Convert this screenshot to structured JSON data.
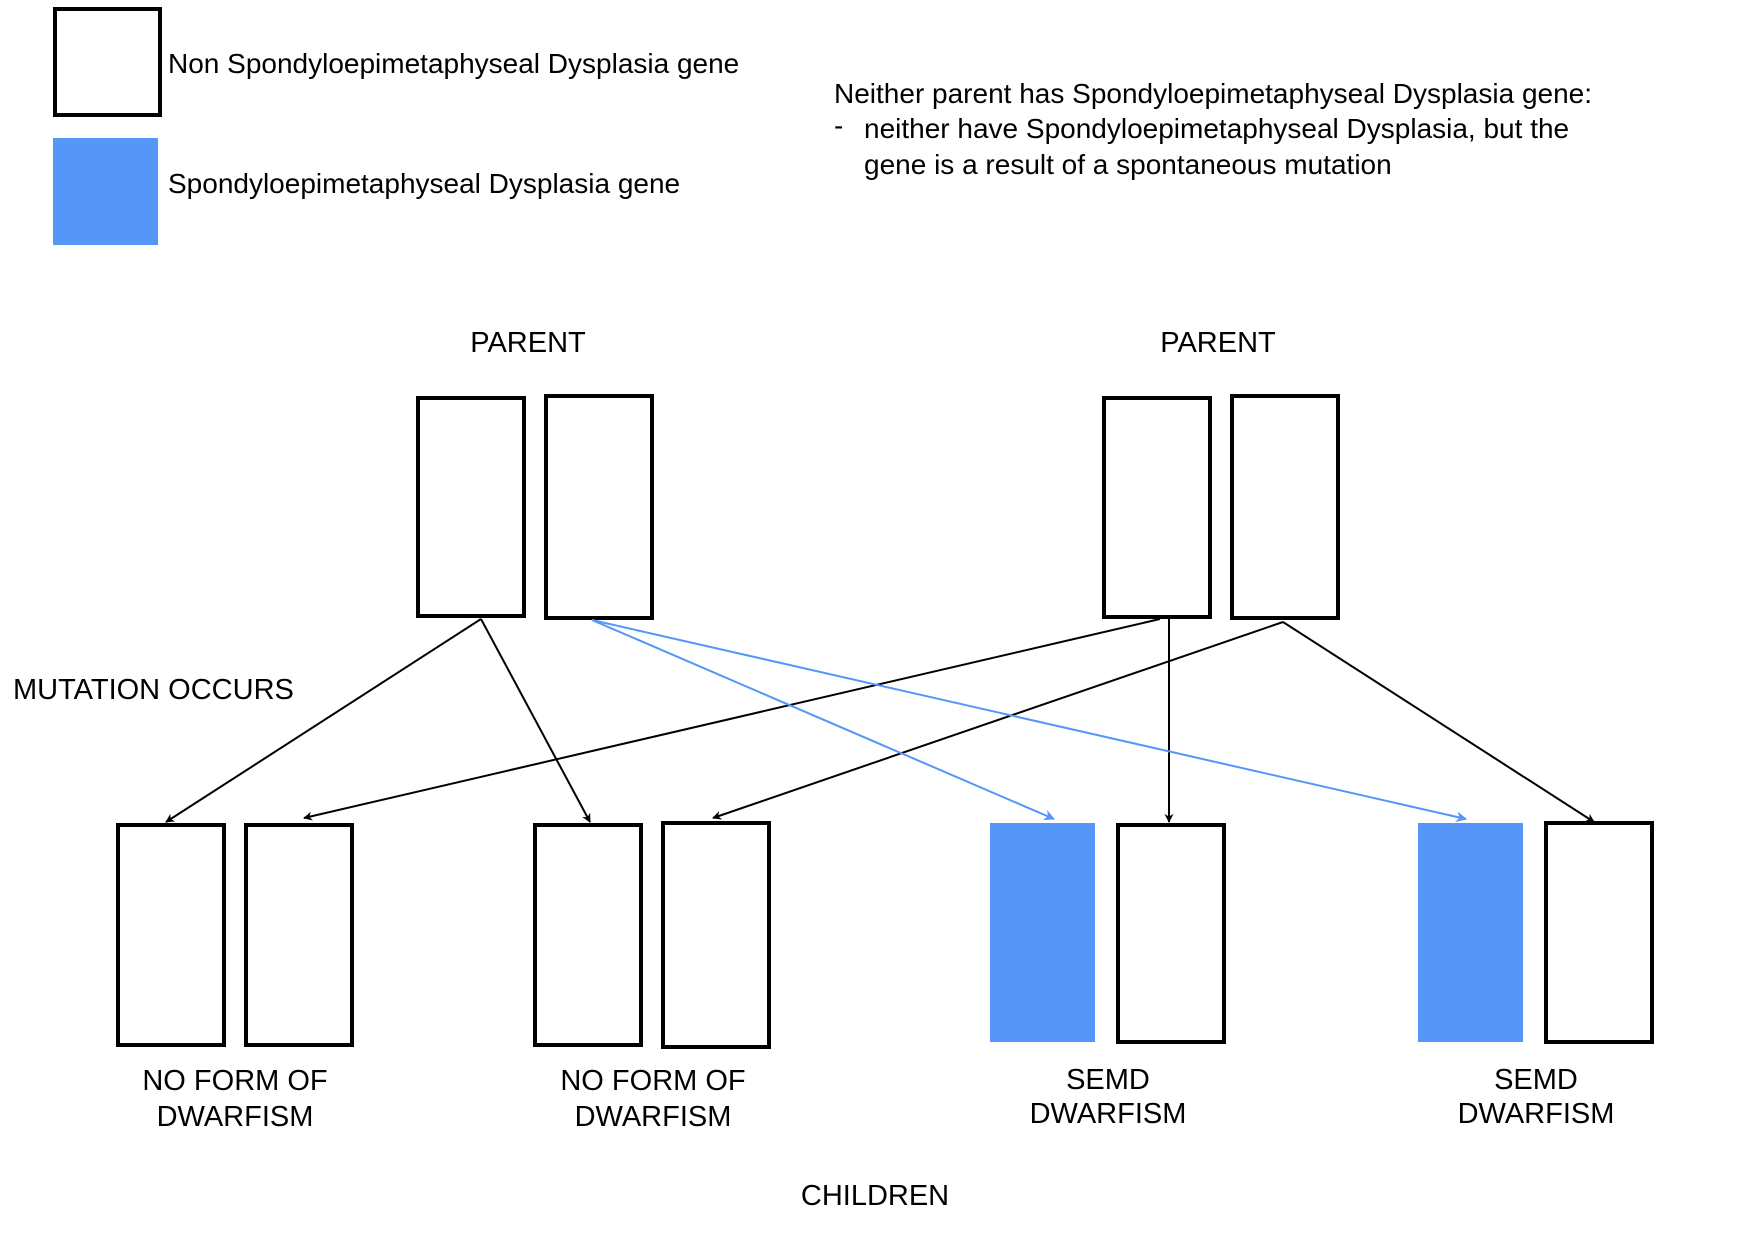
{
  "legend": {
    "normal_label": "Non Spondyloepimetaphyseal Dysplasia gene",
    "mutant_label": "Spondyloepimetaphyseal Dysplasia gene"
  },
  "note": {
    "line1": "Neither parent has Spondyloepimetaphyseal Dysplasia gene:",
    "bullet": "-",
    "line2": "neither have Spondyloepimetaphyseal Dysplasia, but the",
    "line3": "gene is a result of a spontaneous mutation"
  },
  "parents": {
    "left_label": "PARENT",
    "right_label": "PARENT"
  },
  "mutation_label": "MUTATION OCCURS",
  "children": {
    "child1": {
      "line1": "NO FORM OF",
      "line2": "DWARFISM"
    },
    "child2": {
      "line1": "NO FORM OF",
      "line2": "DWARFISM"
    },
    "child3": {
      "line1": "SEMD",
      "line2": "DWARFISM"
    },
    "child4": {
      "line1": "SEMD",
      "line2": "DWARFISM"
    }
  },
  "children_label": "CHILDREN",
  "colors": {
    "mutant_fill": "#5596f8",
    "mutation_arrow": "#5596f8",
    "outline": "#000000"
  }
}
